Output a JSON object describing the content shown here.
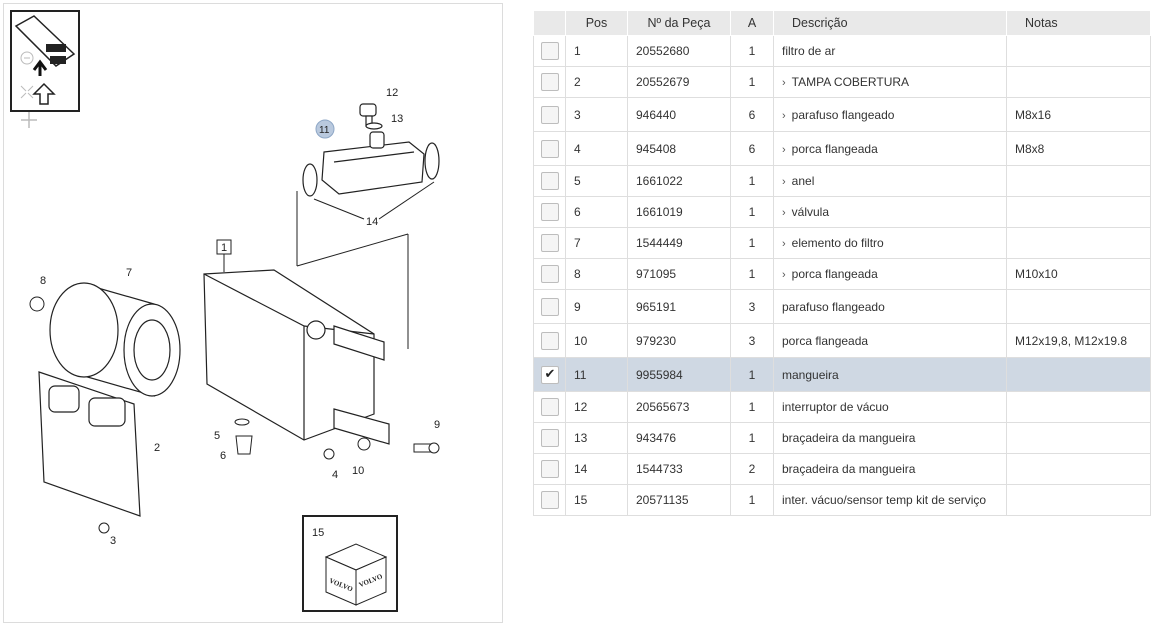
{
  "diagram": {
    "callouts": [
      "1",
      "2",
      "3",
      "4",
      "5",
      "6",
      "7",
      "8",
      "9",
      "10",
      "11",
      "12",
      "13",
      "14",
      "15"
    ],
    "brand": "VOLVO"
  },
  "table": {
    "headers": {
      "pos": "Pos",
      "part": "Nº da Peça",
      "qty": "A",
      "desc": "Descrição",
      "notes": "Notas"
    },
    "rows": [
      {
        "pos": "1",
        "part": "20552680",
        "qty": "1",
        "desc": "filtro de ar",
        "sub": false,
        "notes": "",
        "checked": false
      },
      {
        "pos": "2",
        "part": "20552679",
        "qty": "1",
        "desc": "TAMPA COBERTURA",
        "sub": true,
        "notes": "",
        "checked": false
      },
      {
        "pos": "3",
        "part": "946440",
        "qty": "6",
        "desc": "parafuso flangeado",
        "sub": true,
        "notes": "M8x16",
        "checked": false
      },
      {
        "pos": "4",
        "part": "945408",
        "qty": "6",
        "desc": "porca flangeada",
        "sub": true,
        "notes": "M8x8",
        "checked": false
      },
      {
        "pos": "5",
        "part": "1661022",
        "qty": "1",
        "desc": "anel",
        "sub": true,
        "notes": "",
        "checked": false
      },
      {
        "pos": "6",
        "part": "1661019",
        "qty": "1",
        "desc": "válvula",
        "sub": true,
        "notes": "",
        "checked": false
      },
      {
        "pos": "7",
        "part": "1544449",
        "qty": "1",
        "desc": "elemento do filtro",
        "sub": true,
        "notes": "",
        "checked": false
      },
      {
        "pos": "8",
        "part": "971095",
        "qty": "1",
        "desc": "porca flangeada",
        "sub": true,
        "notes": "M10x10",
        "checked": false
      },
      {
        "pos": "9",
        "part": "965191",
        "qty": "3",
        "desc": "parafuso flangeado",
        "sub": false,
        "notes": "",
        "checked": false
      },
      {
        "pos": "10",
        "part": "979230",
        "qty": "3",
        "desc": "porca flangeada",
        "sub": false,
        "notes": "M12x19,8, M12x19.8",
        "checked": false
      },
      {
        "pos": "11",
        "part": "9955984",
        "qty": "1",
        "desc": "mangueira",
        "sub": false,
        "notes": "",
        "checked": true
      },
      {
        "pos": "12",
        "part": "20565673",
        "qty": "1",
        "desc": "interruptor de vácuo",
        "sub": false,
        "notes": "",
        "checked": false
      },
      {
        "pos": "13",
        "part": "943476",
        "qty": "1",
        "desc": "braçadeira da mangueira",
        "sub": false,
        "notes": "",
        "checked": false
      },
      {
        "pos": "14",
        "part": "1544733",
        "qty": "2",
        "desc": "braçadeira da mangueira",
        "sub": false,
        "notes": "",
        "checked": false
      },
      {
        "pos": "15",
        "part": "20571135",
        "qty": "1",
        "desc": "inter. vácuo/sensor temp kit de serviço",
        "sub": false,
        "notes": "",
        "checked": false
      }
    ]
  }
}
